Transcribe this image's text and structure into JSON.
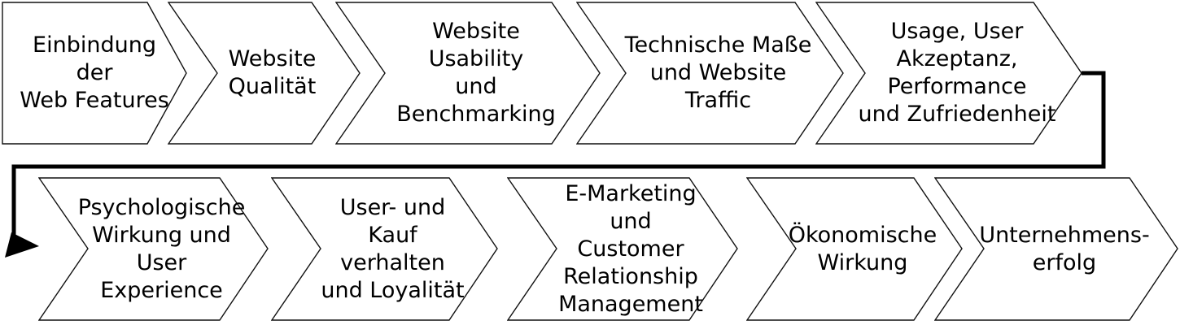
{
  "diagram": {
    "title": "Website evaluation process flow",
    "colors": {
      "shape_fill": "#ffffff",
      "outline": "#111111",
      "connector": "#000000",
      "text": "#000000"
    },
    "rows": [
      {
        "steps": [
          {
            "label": "Einbindung der\nWeb Features"
          },
          {
            "label": "Website\nQualität"
          },
          {
            "label": "Website\nUsability\nund\nBenchmarking"
          },
          {
            "label": "Technische Maße\nund Website\nTraffic"
          },
          {
            "label": "Usage, User\nAkzeptanz,\nPerformance\nund Zufriedenheit"
          }
        ]
      },
      {
        "steps": [
          {
            "label": "Psychologische\nWirkung und\nUser\nExperience"
          },
          {
            "label": "User- und\nKauf\nverhalten\nund Loyalität"
          },
          {
            "label": "E-Marketing\nund\nCustomer\nRelationship\nManagement"
          },
          {
            "label": "Ökonomische\nWirkung"
          },
          {
            "label": "Unternehmens-\nerfolg"
          }
        ]
      }
    ]
  }
}
